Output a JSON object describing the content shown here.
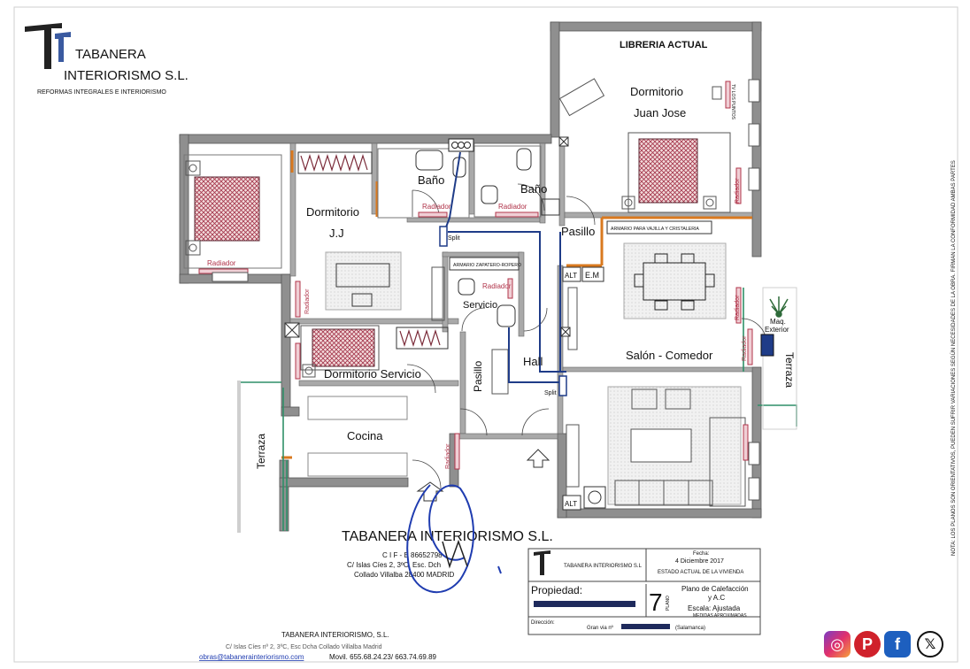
{
  "company": {
    "name_line1": "TABANERA",
    "name_line2": "INTERIORISMO S.L.",
    "tagline": "REFORMAS INTEGRALES E INTERIORISMO",
    "stamp_name": "TABANERA INTERIORISMO S.L.",
    "stamp_cif": "C I F - B 86652798",
    "stamp_address": "C/ Islas Cíes 2, 3ºC, Esc. Dch",
    "stamp_city": "Collado Villalba 28400 MADRID",
    "footer_name": "TABANERA INTERIORISMO, S.L.",
    "footer_address": "C/ Islas Cíes nº 2, 3ºC, Esc Dcha Collado Villalba  Madrid",
    "footer_email": "obras@tabanerainteriorismo.com",
    "footer_phone": "Movil. 655.68.24.23/ 663.74.69.89"
  },
  "rooms": {
    "libreria": "LIBRERIA ACTUAL",
    "dormitorio_jj_1": "Dormitorio",
    "dormitorio_jj_2": "Juan Jose",
    "dormitorio_small_1": "Dormitorio",
    "dormitorio_small_2": "J.J",
    "bano1": "Baño",
    "bano2": "Baño",
    "pasillo_top": "Pasillo",
    "armario_vajilla": "ARMARIO PARA VAJILLA Y CRISTALERIA",
    "armario_zapatero": "ARMARIO ZAPATERO-ROPERO",
    "servicio": "Servicio",
    "salon": "Salón - Comedor",
    "hall": "Hall",
    "pasillo_left": "Pasillo",
    "dorm_servicio": "Dormitorio Servicio",
    "cocina": "Cocina",
    "terraza_left": "Terraza",
    "terraza_right": "Terraza",
    "maq_1": "Maq.",
    "maq_2": "Exterior",
    "split": "Split",
    "radiador": "Radiador",
    "em": "E.M",
    "alt": "ALT",
    "tv": "TV LOS PUNTOS"
  },
  "title_block": {
    "company": "TABANERA INTERIORISMO S.L",
    "fecha_label": "Fecha:",
    "fecha": "4 Diciembre 2017",
    "estado": "ESTADO ACTUAL DE LA VIVIENDA",
    "propiedad_label": "Propiedad:",
    "plano_num": "7",
    "plano_word": "PLANO",
    "plano_title_1": "Plano de Calefacción",
    "plano_title_2": "y A.C",
    "escala": "Escala: Ajustada",
    "medidas": "MEDIDAS APROXIMADAS",
    "direccion_label": "Dirección:",
    "direccion_street": "Gran via nº",
    "direccion_area": "(Salamanca)"
  },
  "side_note": "NOTA: LOS PLANOS SON ORIENTATIVOS, PUEDEN SUFRIR VARIACIONES SEGÚN NECESIDADES DE LA OBRA. FIRMAN LA CONFORMIDAD AMBAS PARTES",
  "social": [
    {
      "name": "instagram",
      "glyph": "◎",
      "color": "#c1358f"
    },
    {
      "name": "pinterest",
      "glyph": "P",
      "color": "#d0212b"
    },
    {
      "name": "facebook",
      "glyph": "f",
      "color": "#1d5fbf"
    },
    {
      "name": "x",
      "glyph": "𝕏",
      "color": "#111111"
    }
  ],
  "colors": {
    "wall": "#8a8a8a",
    "radiator": "#b0344a",
    "pipe": "#1f3c88",
    "partition": "#d9791f",
    "terrace_line": "#2f8f68"
  }
}
